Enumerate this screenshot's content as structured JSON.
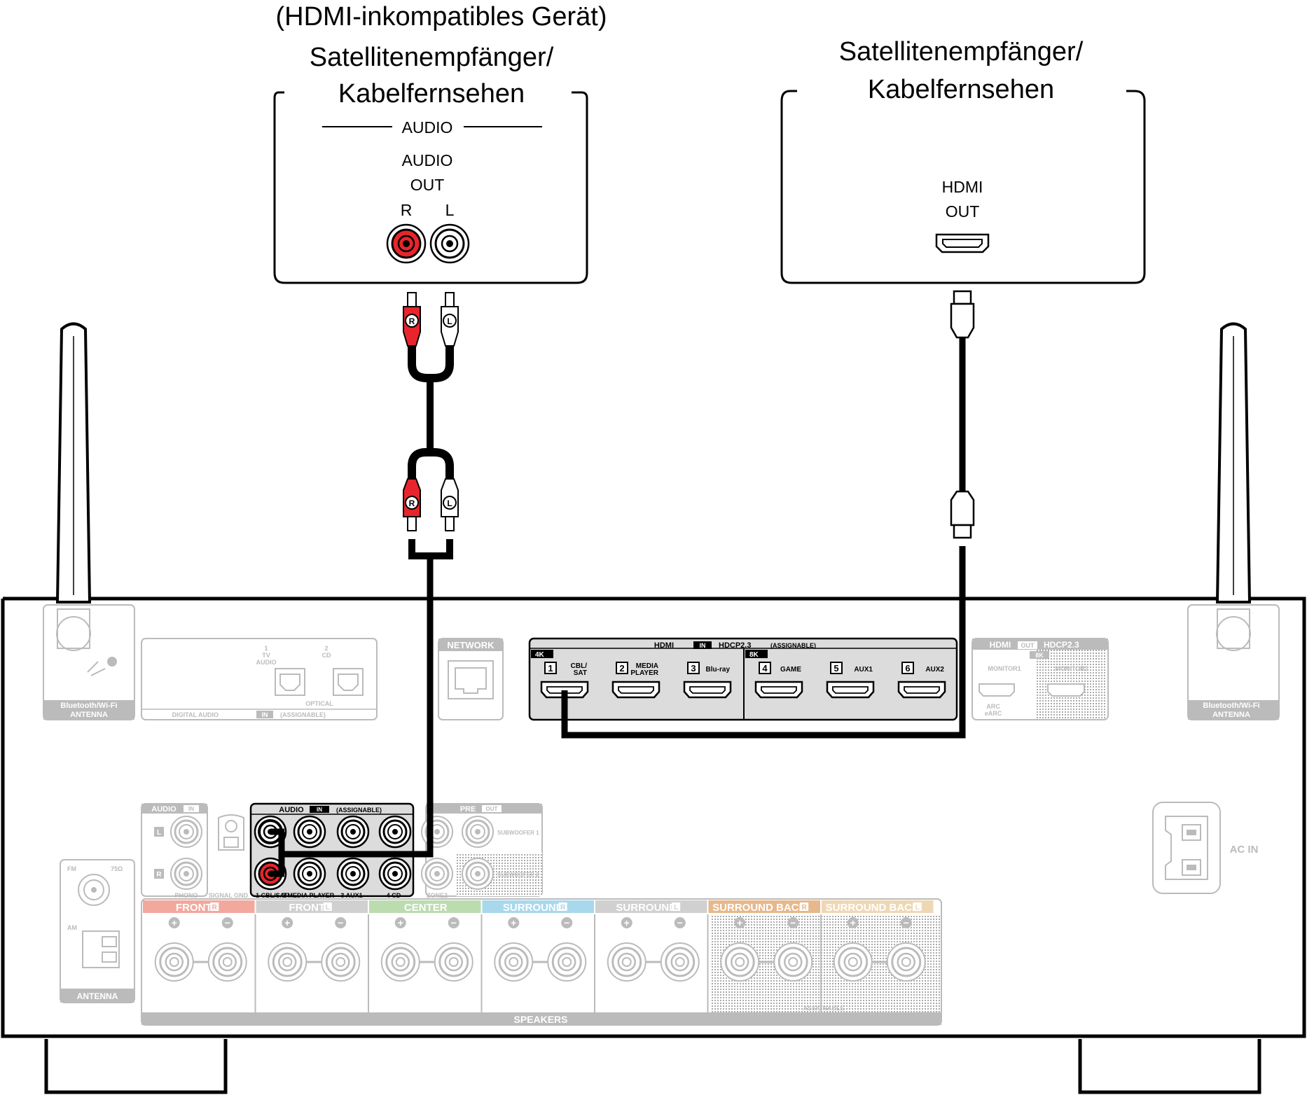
{
  "left_device": {
    "title_line1": "(HDMI-inkompatibles Gerät)",
    "title_line2": "Satellitenempfänger/",
    "title_line3": "Kabelfernsehen",
    "section_label": "AUDIO",
    "port_label_line1": "AUDIO",
    "port_label_line2": "OUT",
    "right_channel": "R",
    "left_channel": "L"
  },
  "right_device": {
    "title_line1": "Satellitenempfänger/",
    "title_line2": "Kabelfernsehen",
    "port_label_line1": "HDMI",
    "port_label_line2": "OUT"
  },
  "cable": {
    "plug_r": "R",
    "plug_l": "L"
  },
  "receiver": {
    "antenna_label_1": "Bluetooth/Wi-Fi",
    "antenna_label_2": "ANTENNA",
    "digital_audio": {
      "port1_num": "1",
      "port1_name_1": "TV",
      "port1_name_2": "AUDIO",
      "port2_num": "2",
      "port2_name": "CD",
      "optical": "OPTICAL",
      "footer_1": "DIGITAL AUDIO",
      "footer_in": "IN",
      "footer_2": "(ASSIGNABLE)"
    },
    "network": "NETWORK",
    "hdmi_in": {
      "header": "HDMI",
      "in": "IN",
      "hdcp": "HDCP2.3",
      "assignable": "(ASSIGNABLE)",
      "badge_4k": "4K",
      "badge_8k": "8K",
      "ports": [
        {
          "num": "1",
          "name_1": "CBL/",
          "name_2": "SAT"
        },
        {
          "num": "2",
          "name_1": "MEDIA",
          "name_2": "PLAYER"
        },
        {
          "num": "3",
          "name_1": "Blu-ray",
          "name_2": ""
        },
        {
          "num": "4",
          "name_1": "GAME",
          "name_2": ""
        },
        {
          "num": "5",
          "name_1": "AUX1",
          "name_2": ""
        },
        {
          "num": "6",
          "name_1": "AUX2",
          "name_2": ""
        }
      ]
    },
    "hdmi_out": {
      "header": "HDMI",
      "out": "OUT",
      "hdcp": "HDCP2.3",
      "badge_8k": "8K",
      "monitor1": "MONITOR1",
      "monitor2": "MONITOR2",
      "arc_1": "ARC",
      "arc_2": "eARC"
    },
    "audio_in_small": {
      "header": "AUDIO",
      "in": "IN",
      "l": "L",
      "r": "R",
      "phono": "PHONO",
      "signal_gnd": "SIGNAL GND"
    },
    "audio_in_main": {
      "header": "AUDIO",
      "in": "IN",
      "assignable": "(ASSIGNABLE)",
      "labels": [
        "1 CBL/SAT",
        "2 MEDIA PLAYER",
        "3 AUX1",
        "4 CD"
      ]
    },
    "pre_out": {
      "header": "PRE",
      "out": "OUT",
      "subwoofer1": "SUBWOOFER 1",
      "subwoofer2": "SUBWOOFER 2",
      "zone2": "ZONE2"
    },
    "tuner": {
      "fm": "FM",
      "ohm": "75Ω",
      "am": "AM",
      "footer": "ANTENNA"
    },
    "ac_in": "AC IN",
    "speakers": {
      "footer": "SPEAKERS",
      "assignable": "ASSIGNABLE",
      "plus": "+",
      "minus": "−",
      "groups": [
        {
          "label": "FRONT",
          "side": "R",
          "color": "#f2a89c"
        },
        {
          "label": "FRONT",
          "side": "L",
          "color": "#d0d0d0"
        },
        {
          "label": "CENTER",
          "side": "",
          "color": "#bcdcb0"
        },
        {
          "label": "SURROUND",
          "side": "R",
          "color": "#a8d8ec"
        },
        {
          "label": "SURROUND",
          "side": "L",
          "color": "#d0d0d0"
        },
        {
          "label": "SURROUND BACK",
          "side": "R",
          "color": "#e6b88c"
        },
        {
          "label": "SURROUND BACK",
          "side": "L",
          "color": "#eed8b4"
        }
      ]
    }
  }
}
